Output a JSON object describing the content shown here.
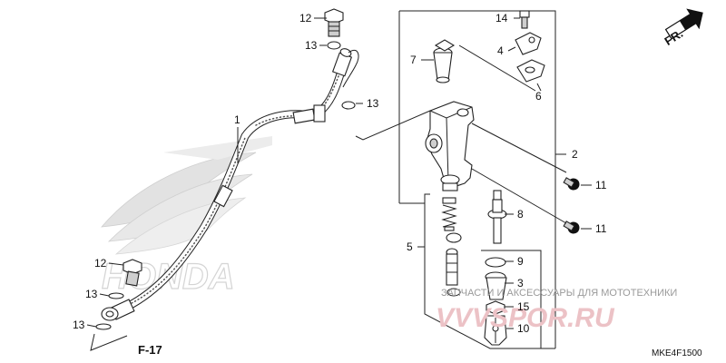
{
  "callouts": {
    "n1": "1",
    "n2": "2",
    "n3": "3",
    "n4": "4",
    "n5": "5",
    "n6": "6",
    "n7": "7",
    "n8": "8",
    "n9": "9",
    "n10": "10",
    "n11a": "11",
    "n11b": "11",
    "n12a": "12",
    "n12b": "12",
    "n13a": "13",
    "n13b": "13",
    "n13c": "13",
    "n13d": "13",
    "n14": "14",
    "n15": "15"
  },
  "labels": {
    "direction": "FR.",
    "reference": "F-17",
    "diagram_code": "MKE4F1500"
  },
  "watermark": {
    "logo_text": "HONDA",
    "site": "VVVSPOR.RU",
    "tagline": "ЗАПЧАСТИ И АКСЕССУАРЫ ДЛЯ МОТОТЕХНИКИ"
  }
}
